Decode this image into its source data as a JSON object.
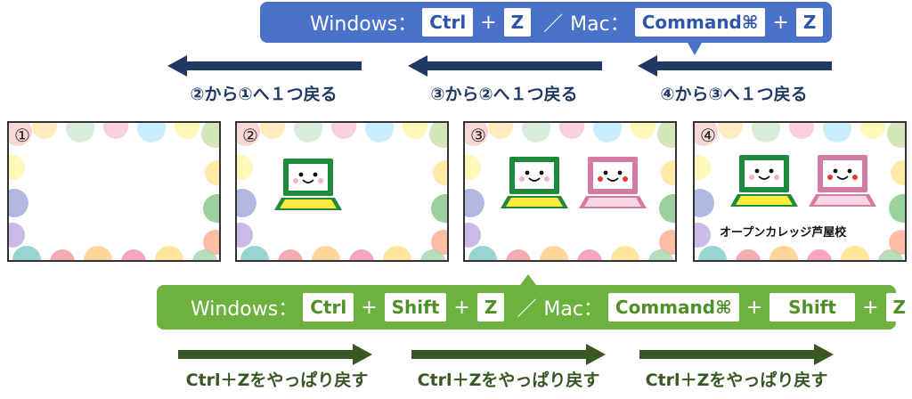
{
  "undo": {
    "windows_label": "Windows：",
    "key_ctrl": "Ctrl",
    "plus": "+",
    "key_z": "Z",
    "separator": "／",
    "mac_label": "Mac：",
    "key_command": "Command⌘"
  },
  "redo": {
    "windows_label": "Windows：",
    "key_ctrl": "Ctrl",
    "plus": "+",
    "key_shift": "Shift",
    "key_z": "Z",
    "separator": "／",
    "mac_label": "Mac：",
    "key_command": "Command⌘"
  },
  "undo_steps": [
    "②から①へ１つ戻る",
    "③から②へ１つ戻る",
    "④から③へ１つ戻る"
  ],
  "redo_steps": [
    "Ctrl＋Zをやっぱり戻す",
    "Ctrl＋Zをやっぱり戻す",
    "Ctrl＋Zをやっぱり戻す"
  ],
  "panels": [
    {
      "number": "①"
    },
    {
      "number": "②"
    },
    {
      "number": "③"
    },
    {
      "number": "④",
      "caption": "オープンカレッジ芦屋校"
    }
  ],
  "colors": {
    "undo_banner": "#4a72c8",
    "redo_banner": "#6db23f",
    "undo_arrow": "#1f3864",
    "redo_arrow": "#385723",
    "green_pc": "#1e8a3c",
    "pink_pc": "#d47ba3"
  }
}
